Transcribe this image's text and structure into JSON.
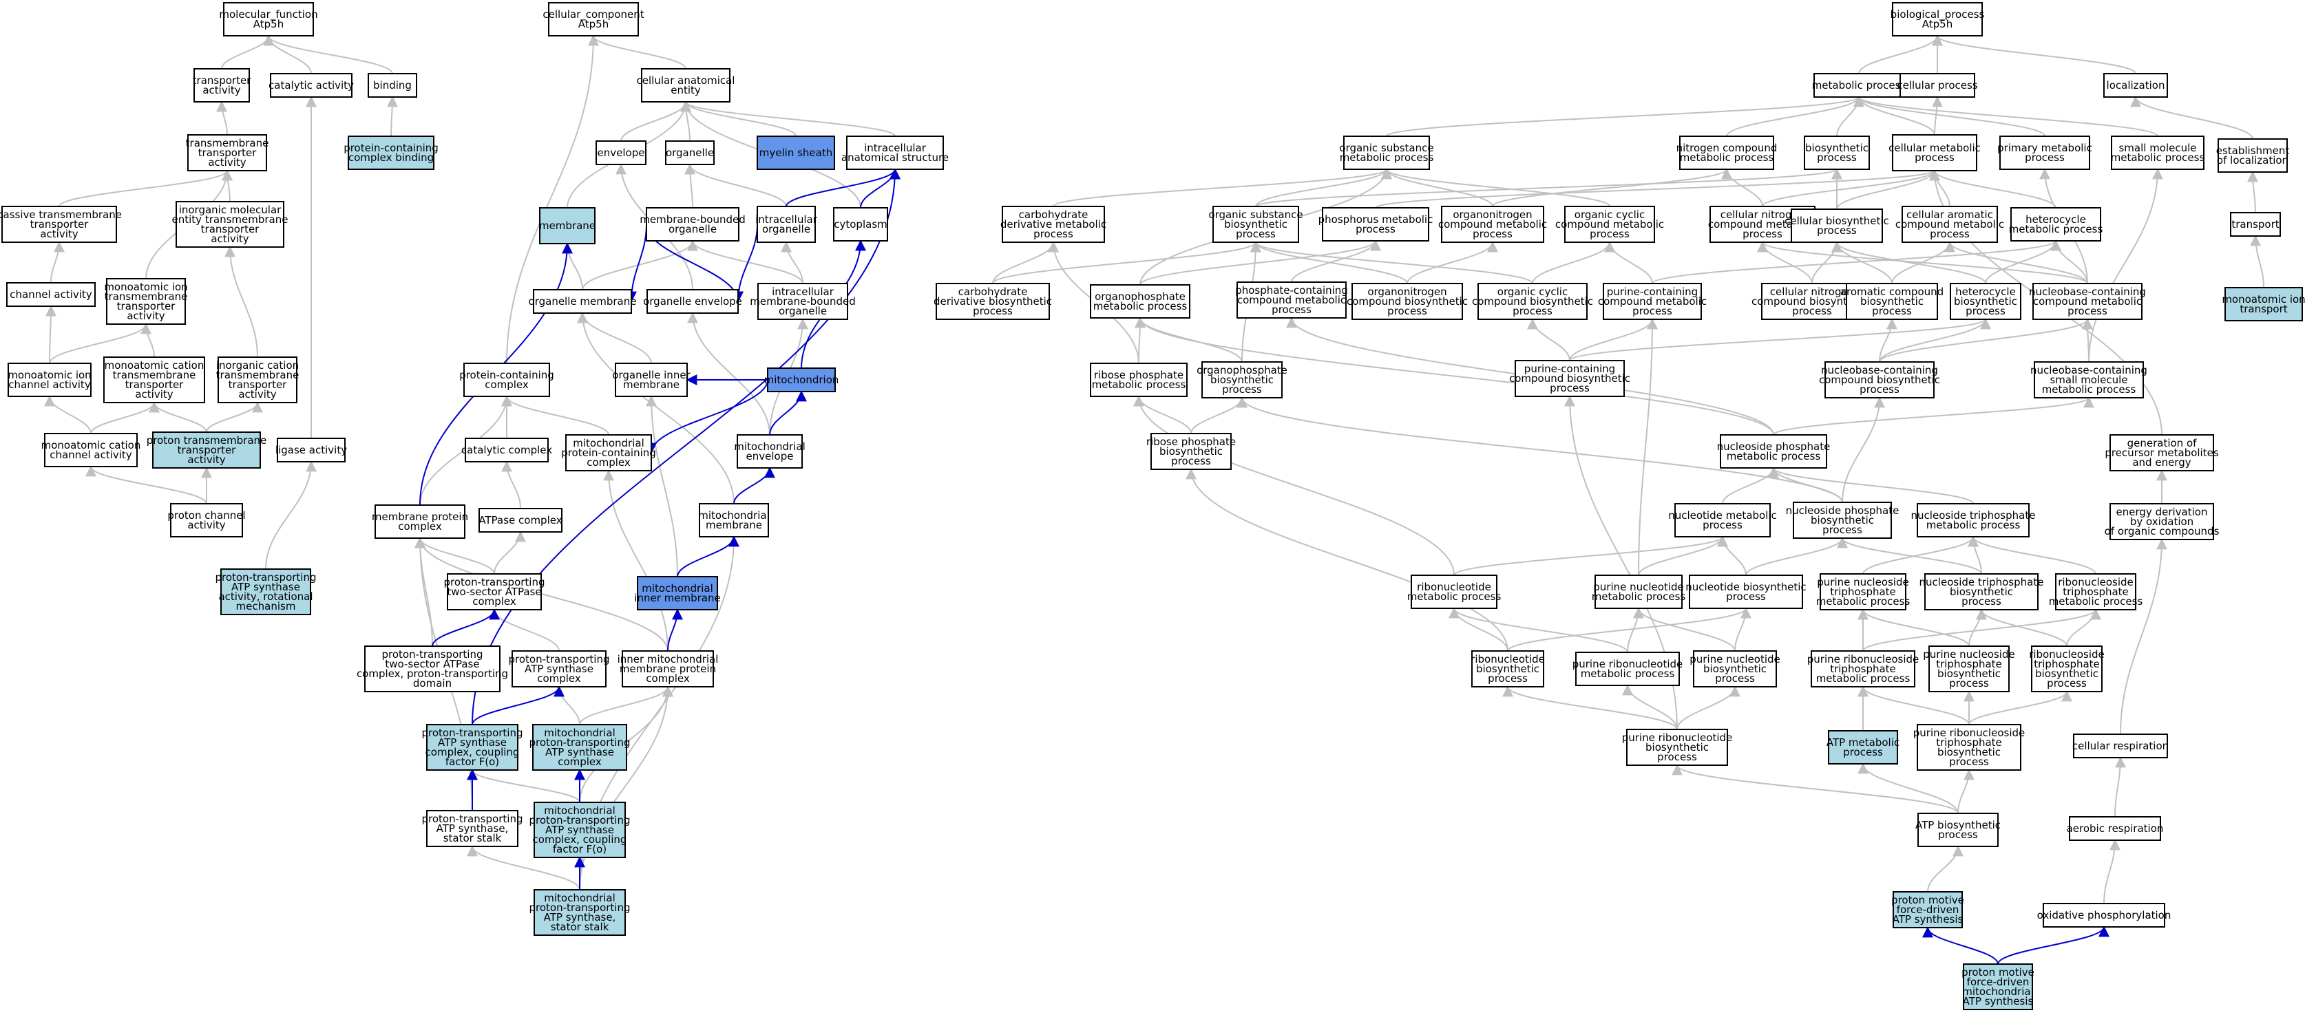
{
  "colors": {
    "default_fill": "#ffffff",
    "light": "#add8e6",
    "dark": "#6495ed",
    "gray_edge": "#c0c0c0",
    "blue_edge": "#0000cd"
  },
  "nodes": [
    {
      "id": "mf",
      "label": "molecular_function\nAtp5h",
      "style": "default"
    },
    {
      "id": "ta",
      "label": "transporter\nactivity",
      "style": "default"
    },
    {
      "id": "cat",
      "label": "catalytic activity",
      "style": "default"
    },
    {
      "id": "bind",
      "label": "binding",
      "style": "default"
    },
    {
      "id": "tmta",
      "label": "transmembrane\ntransporter\nactivity",
      "style": "default"
    },
    {
      "id": "pccb",
      "label": "protein-containing\ncomplex binding",
      "style": "light"
    },
    {
      "id": "ptta",
      "label": "passive transmembrane\ntransporter\nactivity",
      "style": "default"
    },
    {
      "id": "imett",
      "label": "inorganic molecular\nentity transmembrane\ntransporter\nactivity",
      "style": "default"
    },
    {
      "id": "chan",
      "label": "channel activity",
      "style": "default"
    },
    {
      "id": "mitta",
      "label": "monoatomic ion\ntransmembrane\ntransporter\nactivity",
      "style": "default"
    },
    {
      "id": "mict",
      "label": "monoatomic ion\nchannel activity",
      "style": "default"
    },
    {
      "id": "mctta",
      "label": "monoatomic cation\ntransmembrane\ntransporter\nactivity",
      "style": "default"
    },
    {
      "id": "ictta",
      "label": "inorganic cation\ntransmembrane\ntransporter\nactivity",
      "style": "default"
    },
    {
      "id": "mcc",
      "label": "monoatomic cation\nchannel activity",
      "style": "default"
    },
    {
      "id": "ptmta",
      "label": "proton transmembrane\ntransporter\nactivity",
      "style": "light"
    },
    {
      "id": "lig",
      "label": "ligase activity",
      "style": "default"
    },
    {
      "id": "pca",
      "label": "proton channel\nactivity",
      "style": "default"
    },
    {
      "id": "ptasa",
      "label": "proton-transporting\nATP synthase\nactivity, rotational\nmechanism",
      "style": "light"
    },
    {
      "id": "cc",
      "label": "cellular_component\nAtp5h",
      "style": "default"
    },
    {
      "id": "cae",
      "label": "cellular anatomical\nentity",
      "style": "default"
    },
    {
      "id": "env",
      "label": "envelope",
      "style": "default"
    },
    {
      "id": "org",
      "label": "organelle",
      "style": "default"
    },
    {
      "id": "myel",
      "label": "myelin sheath",
      "style": "dark"
    },
    {
      "id": "ias",
      "label": "intracellular\nanatomical structure",
      "style": "default"
    },
    {
      "id": "mem",
      "label": "membrane",
      "style": "light"
    },
    {
      "id": "mbo",
      "label": "membrane-bounded\norganelle",
      "style": "default"
    },
    {
      "id": "io",
      "label": "intracellular\norganelle",
      "style": "default"
    },
    {
      "id": "cyto",
      "label": "cytoplasm",
      "style": "default"
    },
    {
      "id": "om",
      "label": "organelle membrane",
      "style": "default"
    },
    {
      "id": "oe",
      "label": "organelle envelope",
      "style": "default"
    },
    {
      "id": "imbo",
      "label": "intracellular\nmembrane-bounded\norganelle",
      "style": "default"
    },
    {
      "id": "pcc",
      "label": "protein-containing\ncomplex",
      "style": "default"
    },
    {
      "id": "oim",
      "label": "organelle inner\nmembrane",
      "style": "default"
    },
    {
      "id": "mito",
      "label": "mitochondrion",
      "style": "dark"
    },
    {
      "id": "catc",
      "label": "catalytic complex",
      "style": "default"
    },
    {
      "id": "mpcc",
      "label": "mitochondrial\nprotein-containing\ncomplex",
      "style": "default"
    },
    {
      "id": "menv",
      "label": "mitochondrial\nenvelope",
      "style": "default"
    },
    {
      "id": "mpc",
      "label": "membrane protein\ncomplex",
      "style": "default"
    },
    {
      "id": "atpc",
      "label": "ATPase complex",
      "style": "default"
    },
    {
      "id": "mmem",
      "label": "mitochondrial\nmembrane",
      "style": "default"
    },
    {
      "id": "pttac",
      "label": "proton-transporting\ntwo-sector ATPase\ncomplex",
      "style": "default"
    },
    {
      "id": "mim",
      "label": "mitochondrial\ninner membrane",
      "style": "dark"
    },
    {
      "id": "pttad",
      "label": "proton-transporting\ntwo-sector ATPase\ncomplex, proton-transporting\ndomain",
      "style": "default"
    },
    {
      "id": "ptasc",
      "label": "proton-transporting\nATP synthase\ncomplex",
      "style": "default"
    },
    {
      "id": "immpc",
      "label": "inner mitochondrial\nmembrane protein\ncomplex",
      "style": "default"
    },
    {
      "id": "ptcf",
      "label": "proton-transporting\nATP synthase\ncomplex, coupling\nfactor F(o)",
      "style": "light"
    },
    {
      "id": "mptasc",
      "label": "mitochondrial\nproton-transporting\nATP synthase\ncomplex",
      "style": "light"
    },
    {
      "id": "ptss",
      "label": "proton-transporting\nATP synthase,\nstator stalk",
      "style": "default"
    },
    {
      "id": "mptcf",
      "label": "mitochondrial\nproton-transporting\nATP synthase\ncomplex, coupling\nfactor F(o)",
      "style": "light"
    },
    {
      "id": "mptss",
      "label": "mitochondrial\nproton-transporting\nATP synthase,\nstator stalk",
      "style": "light"
    },
    {
      "id": "bp",
      "label": "biological_process\nAtp5h",
      "style": "default"
    },
    {
      "id": "metp",
      "label": "metabolic process",
      "style": "default"
    },
    {
      "id": "cellp",
      "label": "cellular process",
      "style": "default"
    },
    {
      "id": "loc",
      "label": "localization",
      "style": "default"
    },
    {
      "id": "osmp",
      "label": "organic substance\nmetabolic process",
      "style": "default"
    },
    {
      "id": "ncmp",
      "label": "nitrogen compound\nmetabolic process",
      "style": "default"
    },
    {
      "id": "biop",
      "label": "biosynthetic\nprocess",
      "style": "default"
    },
    {
      "id": "cmp",
      "label": "cellular metabolic\nprocess",
      "style": "default"
    },
    {
      "id": "pmp",
      "label": "primary metabolic\nprocess",
      "style": "default"
    },
    {
      "id": "smmp",
      "label": "small molecule\nmetabolic process",
      "style": "default"
    },
    {
      "id": "eol",
      "label": "establishment\nof localization",
      "style": "default"
    },
    {
      "id": "cdmp",
      "label": "carbohydrate\nderivative metabolic\nprocess",
      "style": "default"
    },
    {
      "id": "osbp",
      "label": "organic substance\nbiosynthetic\nprocess",
      "style": "default"
    },
    {
      "id": "phmp",
      "label": "phosphorus metabolic\nprocess",
      "style": "default"
    },
    {
      "id": "oncmp",
      "label": "organonitrogen\ncompound metabolic\nprocess",
      "style": "default"
    },
    {
      "id": "occmp",
      "label": "organic cyclic\ncompound metabolic\nprocess",
      "style": "default"
    },
    {
      "id": "cncmp",
      "label": "cellular nitrogen\ncompound metabolic\nprocess",
      "style": "default"
    },
    {
      "id": "cbp",
      "label": "cellular biosynthetic\nprocess",
      "style": "default"
    },
    {
      "id": "cacmp",
      "label": "cellular aromatic\ncompound metabolic\nprocess",
      "style": "default"
    },
    {
      "id": "hmp",
      "label": "heterocycle\nmetabolic process",
      "style": "default"
    },
    {
      "id": "trans",
      "label": "transport",
      "style": "default"
    },
    {
      "id": "cdbp",
      "label": "carbohydrate\nderivative biosynthetic\nprocess",
      "style": "default"
    },
    {
      "id": "opmp",
      "label": "organophosphate\nmetabolic process",
      "style": "default"
    },
    {
      "id": "pccmp",
      "label": "phosphate-containing\ncompound metabolic\nprocess",
      "style": "default"
    },
    {
      "id": "oncbp",
      "label": "organonitrogen\ncompound biosynthetic\nprocess",
      "style": "default"
    },
    {
      "id": "occbp",
      "label": "organic cyclic\ncompound biosynthetic\nprocess",
      "style": "default"
    },
    {
      "id": "pcmp",
      "label": "purine-containing\ncompound metabolic\nprocess",
      "style": "default"
    },
    {
      "id": "cncbp",
      "label": "cellular nitrogen\ncompound biosynthetic\nprocess",
      "style": "default"
    },
    {
      "id": "acbp",
      "label": "aromatic compound\nbiosynthetic\nprocess",
      "style": "default"
    },
    {
      "id": "hbp",
      "label": "heterocycle\nbiosynthetic\nprocess",
      "style": "default"
    },
    {
      "id": "nbcmp",
      "label": "nucleobase-containing\ncompound metabolic\nprocess",
      "style": "default"
    },
    {
      "id": "mit",
      "label": "monoatomic ion\ntransport",
      "style": "light"
    },
    {
      "id": "rpmp",
      "label": "ribose phosphate\nmetabolic process",
      "style": "default"
    },
    {
      "id": "opbp",
      "label": "organophosphate\nbiosynthetic\nprocess",
      "style": "default"
    },
    {
      "id": "pcbp",
      "label": "purine-containing\ncompound biosynthetic\nprocess",
      "style": "default"
    },
    {
      "id": "nbcbp",
      "label": "nucleobase-containing\ncompound biosynthetic\nprocess",
      "style": "default"
    },
    {
      "id": "nbsm",
      "label": "nucleobase-containing\nsmall molecule\nmetabolic process",
      "style": "default"
    },
    {
      "id": "rpbp",
      "label": "ribose phosphate\nbiosynthetic\nprocess",
      "style": "default"
    },
    {
      "id": "nspmp",
      "label": "nucleoside phosphate\nmetabolic process",
      "style": "default"
    },
    {
      "id": "gpme",
      "label": "generation of\nprecursor metabolites\nand energy",
      "style": "default"
    },
    {
      "id": "ntmp",
      "label": "nucleotide metabolic\nprocess",
      "style": "default"
    },
    {
      "id": "nspbp",
      "label": "nucleoside phosphate\nbiosynthetic\nprocess",
      "style": "default"
    },
    {
      "id": "nstpmp",
      "label": "nucleoside triphosphate\nmetabolic process",
      "style": "default"
    },
    {
      "id": "edox",
      "label": "energy derivation\nby oxidation\nof organic compounds",
      "style": "default"
    },
    {
      "id": "rnmp",
      "label": "ribonucleotide\nmetabolic process",
      "style": "default"
    },
    {
      "id": "pnmp",
      "label": "purine nucleotide\nmetabolic process",
      "style": "default"
    },
    {
      "id": "ntbp",
      "label": "nucleotide biosynthetic\nprocess",
      "style": "default"
    },
    {
      "id": "pnstmp",
      "label": "purine nucleoside\ntriphosphate\nmetabolic process",
      "style": "default"
    },
    {
      "id": "nstpbp",
      "label": "nucleoside triphosphate\nbiosynthetic\nprocess",
      "style": "default"
    },
    {
      "id": "rnstmp",
      "label": "ribonucleoside\ntriphosphate\nmetabolic process",
      "style": "default"
    },
    {
      "id": "rnbp",
      "label": "ribonucleotide\nbiosynthetic\nprocess",
      "style": "default"
    },
    {
      "id": "prnmp",
      "label": "purine ribonucleotide\nmetabolic process",
      "style": "default"
    },
    {
      "id": "pnbp",
      "label": "purine nucleotide\nbiosynthetic\nprocess",
      "style": "default"
    },
    {
      "id": "prnstmp",
      "label": "purine ribonucleoside\ntriphosphate\nmetabolic process",
      "style": "default"
    },
    {
      "id": "pnstbp",
      "label": "purine nucleoside\ntriphosphate\nbiosynthetic\nprocess",
      "style": "default"
    },
    {
      "id": "rnstbp",
      "label": "ribonucleoside\ntriphosphate\nbiosynthetic\nprocess",
      "style": "default"
    },
    {
      "id": "cresp",
      "label": "cellular respiration",
      "style": "default"
    },
    {
      "id": "prnbp",
      "label": "purine ribonucleotide\nbiosynthetic\nprocess",
      "style": "default"
    },
    {
      "id": "atpmp",
      "label": "ATP metabolic\nprocess",
      "style": "light"
    },
    {
      "id": "prnstbp",
      "label": "purine ribonucleoside\ntriphosphate\nbiosynthetic\nprocess",
      "style": "default"
    },
    {
      "id": "atpbp",
      "label": "ATP biosynthetic\nprocess",
      "style": "default"
    },
    {
      "id": "aresp",
      "label": "aerobic respiration",
      "style": "default"
    },
    {
      "id": "pmfas",
      "label": "proton motive\nforce-driven\nATP synthesis",
      "style": "light"
    },
    {
      "id": "oxph",
      "label": "oxidative phosphorylation",
      "style": "default"
    },
    {
      "id": "pmfmas",
      "label": "proton motive\nforce-driven\nmitochondrial\nATP synthesis",
      "style": "light"
    }
  ]
}
